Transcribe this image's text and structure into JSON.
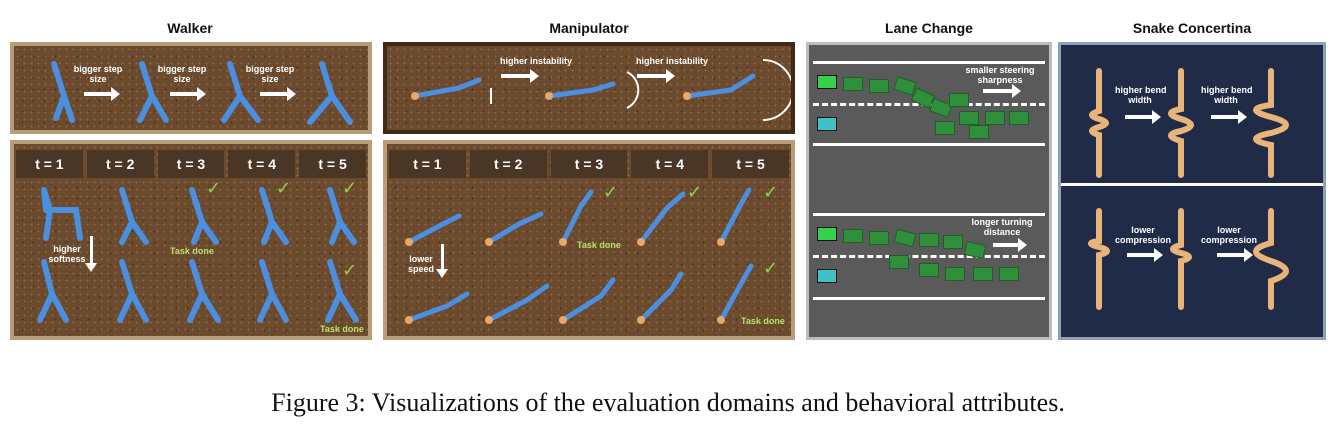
{
  "panels": {
    "walker": {
      "title": "Walker",
      "top_labels": [
        "bigger step\nsize",
        "bigger step\nsize",
        "bigger step\nsize"
      ],
      "timesteps": [
        "t = 1",
        "t = 2",
        "t = 3",
        "t = 4",
        "t = 5"
      ],
      "attr_label": "higher\nsoftness",
      "task_done": "Task done"
    },
    "manipulator": {
      "title": "Manipulator",
      "top_labels": [
        "higher instability",
        "higher instability"
      ],
      "timesteps": [
        "t = 1",
        "t = 2",
        "t = 3",
        "t = 4",
        "t = 5"
      ],
      "attr_label": "lower\nspeed",
      "task_done": "Task done"
    },
    "lane_change": {
      "title": "Lane Change",
      "top_label": "smaller steering\nsharpness",
      "bottom_label": "longer turning\ndistance"
    },
    "snake": {
      "title": "Snake Concertina",
      "top_labels": [
        "higher bend\nwidth",
        "higher bend\nwidth"
      ],
      "bottom_labels": [
        "lower\ncompression",
        "lower\ncompression"
      ]
    }
  },
  "caption": "Figure 3: Visualizations of the evaluation domains and behavioral attributes.",
  "colors": {
    "robot": "#4a8fe0",
    "check": "#8fd14f",
    "snake": "#e9b47a",
    "car": "#2f8f3a"
  }
}
